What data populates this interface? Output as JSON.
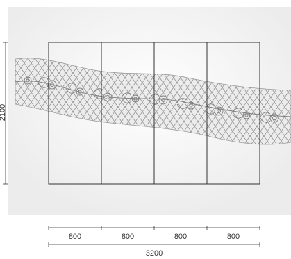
{
  "diagram": {
    "panel_widths": [
      "800",
      "800",
      "800",
      "800"
    ],
    "total_width": "3200",
    "height": "2100",
    "panel_count": 4
  },
  "colors": {
    "background": "#ffffff",
    "wall_background": "#f1f1f1",
    "panel_stroke": "#333333",
    "lace_fill": "#cfcfcf",
    "lace_stroke": "#8a8a8a",
    "dimension_line": "#333333",
    "text": "#333333"
  }
}
